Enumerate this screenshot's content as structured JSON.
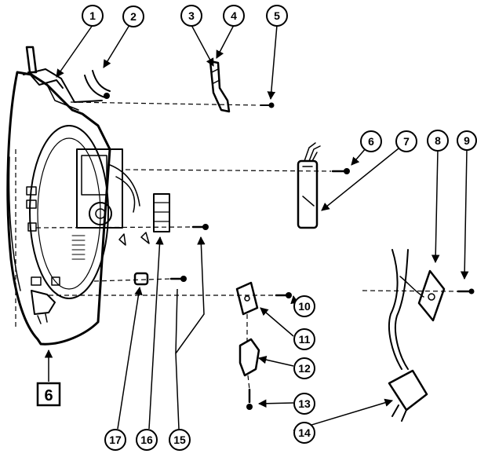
{
  "figure_label": "6",
  "callouts": [
    {
      "id": "1",
      "label": "1"
    },
    {
      "id": "2",
      "label": "2"
    },
    {
      "id": "3",
      "label": "3"
    },
    {
      "id": "4",
      "label": "4"
    },
    {
      "id": "5",
      "label": "5"
    },
    {
      "id": "6",
      "label": "6"
    },
    {
      "id": "7",
      "label": "7"
    },
    {
      "id": "8",
      "label": "8"
    },
    {
      "id": "9",
      "label": "9"
    },
    {
      "id": "10",
      "label": "10"
    },
    {
      "id": "11",
      "label": "11"
    },
    {
      "id": "12",
      "label": "12"
    },
    {
      "id": "13",
      "label": "13"
    },
    {
      "id": "14",
      "label": "14"
    },
    {
      "id": "15",
      "label": "15"
    },
    {
      "id": "16",
      "label": "16"
    },
    {
      "id": "17",
      "label": "17"
    }
  ]
}
